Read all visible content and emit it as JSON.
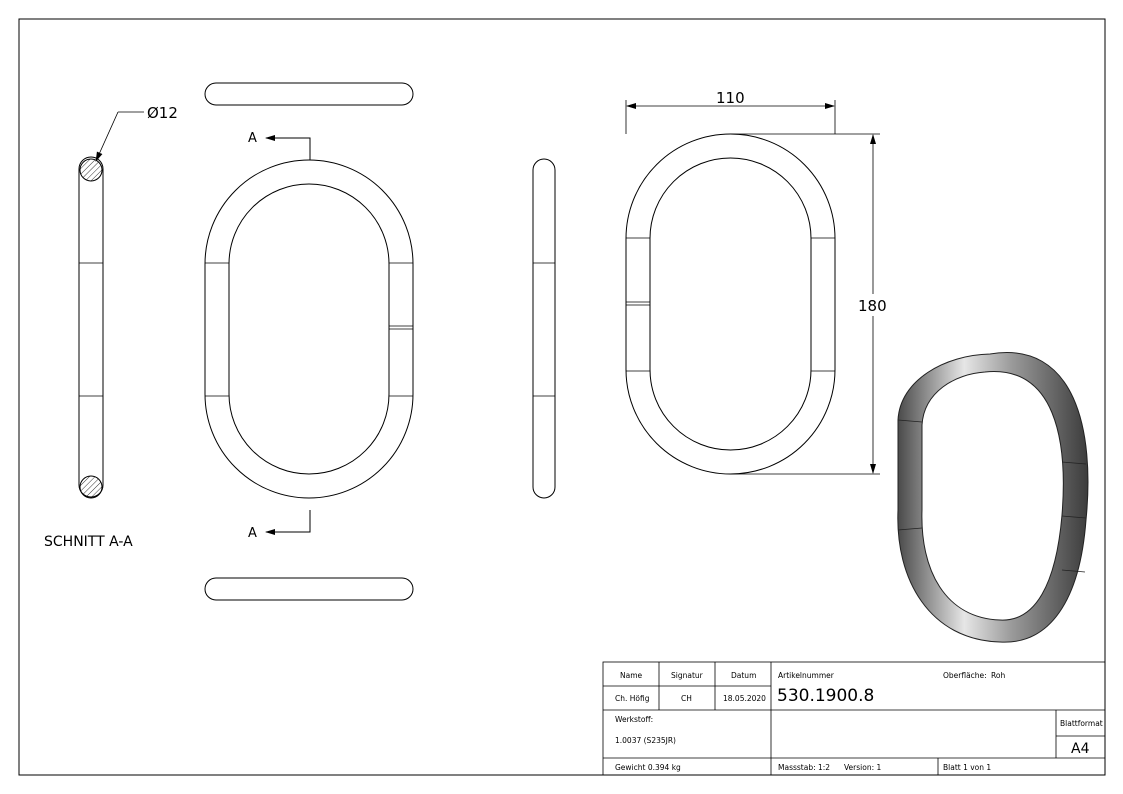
{
  "drawing": {
    "diameter_label": "Ø12",
    "section_label": "SCHNITT A-A",
    "section_marker": "A",
    "dimension_width": "110",
    "dimension_height": "180"
  },
  "title_block": {
    "headers": {
      "name": "Name",
      "signature": "Signatur",
      "date": "Datum"
    },
    "row": {
      "name": "Ch. Höfig",
      "signature": "CH",
      "date": "18.05.2020"
    },
    "article_number_label": "Artikelnummer",
    "article_number": "530.1900.8",
    "surface_label": "Oberfläche:",
    "surface_value": "Roh",
    "material_label": "Werkstoff:",
    "material_value": "1.0037 (S235JR)",
    "sheet_format_label": "Blattformat",
    "sheet_format_value": "A4",
    "weight": "Gewicht 0.394 kg",
    "scale": "Massstab: 1:2",
    "version": "Version: 1",
    "sheet": "Blatt 1 von 1"
  },
  "colors": {
    "line": "#000000",
    "paper": "#ffffff",
    "shade_dark": "#5a5a5a",
    "shade_light": "#d8d8d8"
  }
}
